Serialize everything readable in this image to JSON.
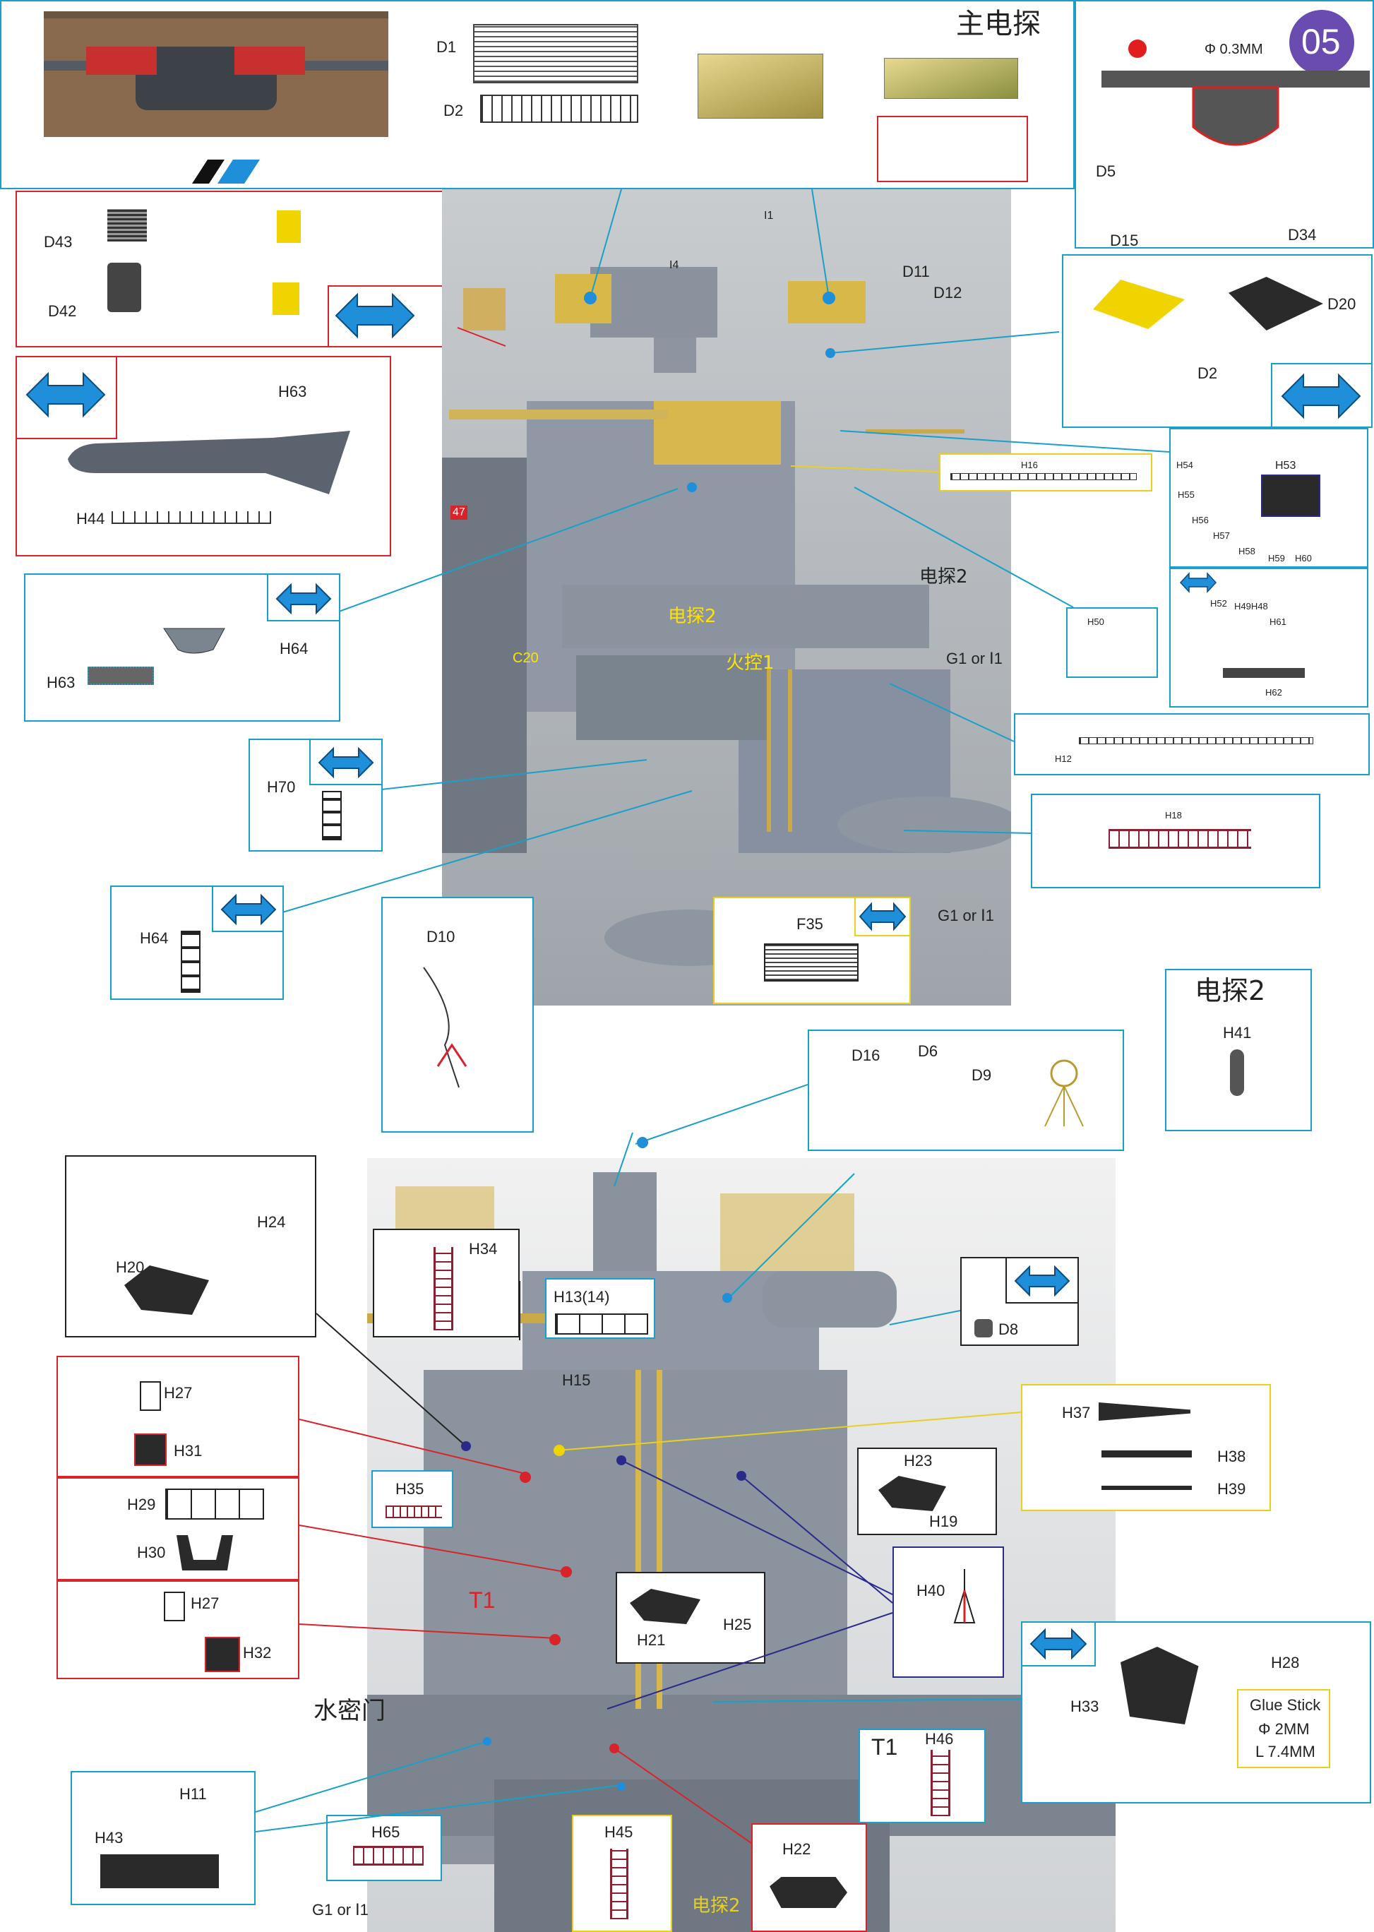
{
  "step_badge": "05",
  "title_main_radar": "主电探",
  "spec_diameter": "Φ 0.3MM",
  "labels": {
    "D1": "D1",
    "D2": "D2",
    "D2b": "D2",
    "D5": "D5",
    "D15": "D15",
    "D34": "D34",
    "D43": "D43",
    "D42": "D42",
    "D11": "D11",
    "D12": "D12",
    "D20": "D20",
    "I4": "I4",
    "I1": "I1",
    "H63a": "H63",
    "H44": "H44",
    "H63b": "H63",
    "H64a": "H64",
    "H70": "H70",
    "H64b": "H64",
    "H16": "H16",
    "H12": "H12",
    "H18": "H18",
    "H50": "H50",
    "H53": "H53",
    "H54": "H54",
    "H55": "H55",
    "H56": "H56",
    "H57": "H57",
    "H58": "H58",
    "H59": "H59",
    "H60": "H60",
    "H52": "H52",
    "H49H48": "H49H48",
    "H61": "H61",
    "H62": "H62",
    "F35": "F35",
    "C20": "C20",
    "radar2_a": "电探2",
    "radar2_b": "电探2",
    "fire_control": "火控1",
    "g1_or_i1_a": "G1 or Ⅰ1",
    "g1_or_i1_b": "G1 or Ⅰ1",
    "g1_or_i1_c": "G1 or Ⅰ1",
    "D10": "D10",
    "D16": "D16",
    "D6": "D6",
    "D9": "D9",
    "radar2_title": "电探2",
    "H41": "H41",
    "H24": "H24",
    "H20": "H20",
    "H34": "H34",
    "H13": "H13(14)",
    "D8": "D8",
    "H15": "H15",
    "H27a": "H27",
    "H31": "H31",
    "H29": "H29",
    "H30": "H30",
    "H27b": "H27",
    "H32": "H32",
    "H35": "H35",
    "T1a": "T1",
    "T1b": "T1",
    "H37": "H37",
    "H38": "H38",
    "H39": "H39",
    "H23": "H23",
    "H19": "H19",
    "H40": "H40",
    "H21": "H21",
    "H25": "H25",
    "H33": "H33",
    "H28": "H28",
    "glue_stick": "Glue Stick",
    "glue_d": "Φ 2MM",
    "glue_l": "L 7.4MM",
    "watertight_door": "水密门",
    "H46": "H46",
    "H11": "H11",
    "H43": "H43",
    "H65": "H65",
    "H45": "H45",
    "H22": "H22",
    "radar2_c": "电探2",
    "mark_47": "47"
  },
  "colors": {
    "accent_blue": "#1aa0c8",
    "arrow_blue": "#1e8fd8",
    "frame_red": "#d8232a",
    "frame_yellow": "#e8d020",
    "badge_purple": "#6a4bb0",
    "hull_gray": "#8f98a4",
    "brass": "#d9b84a"
  }
}
